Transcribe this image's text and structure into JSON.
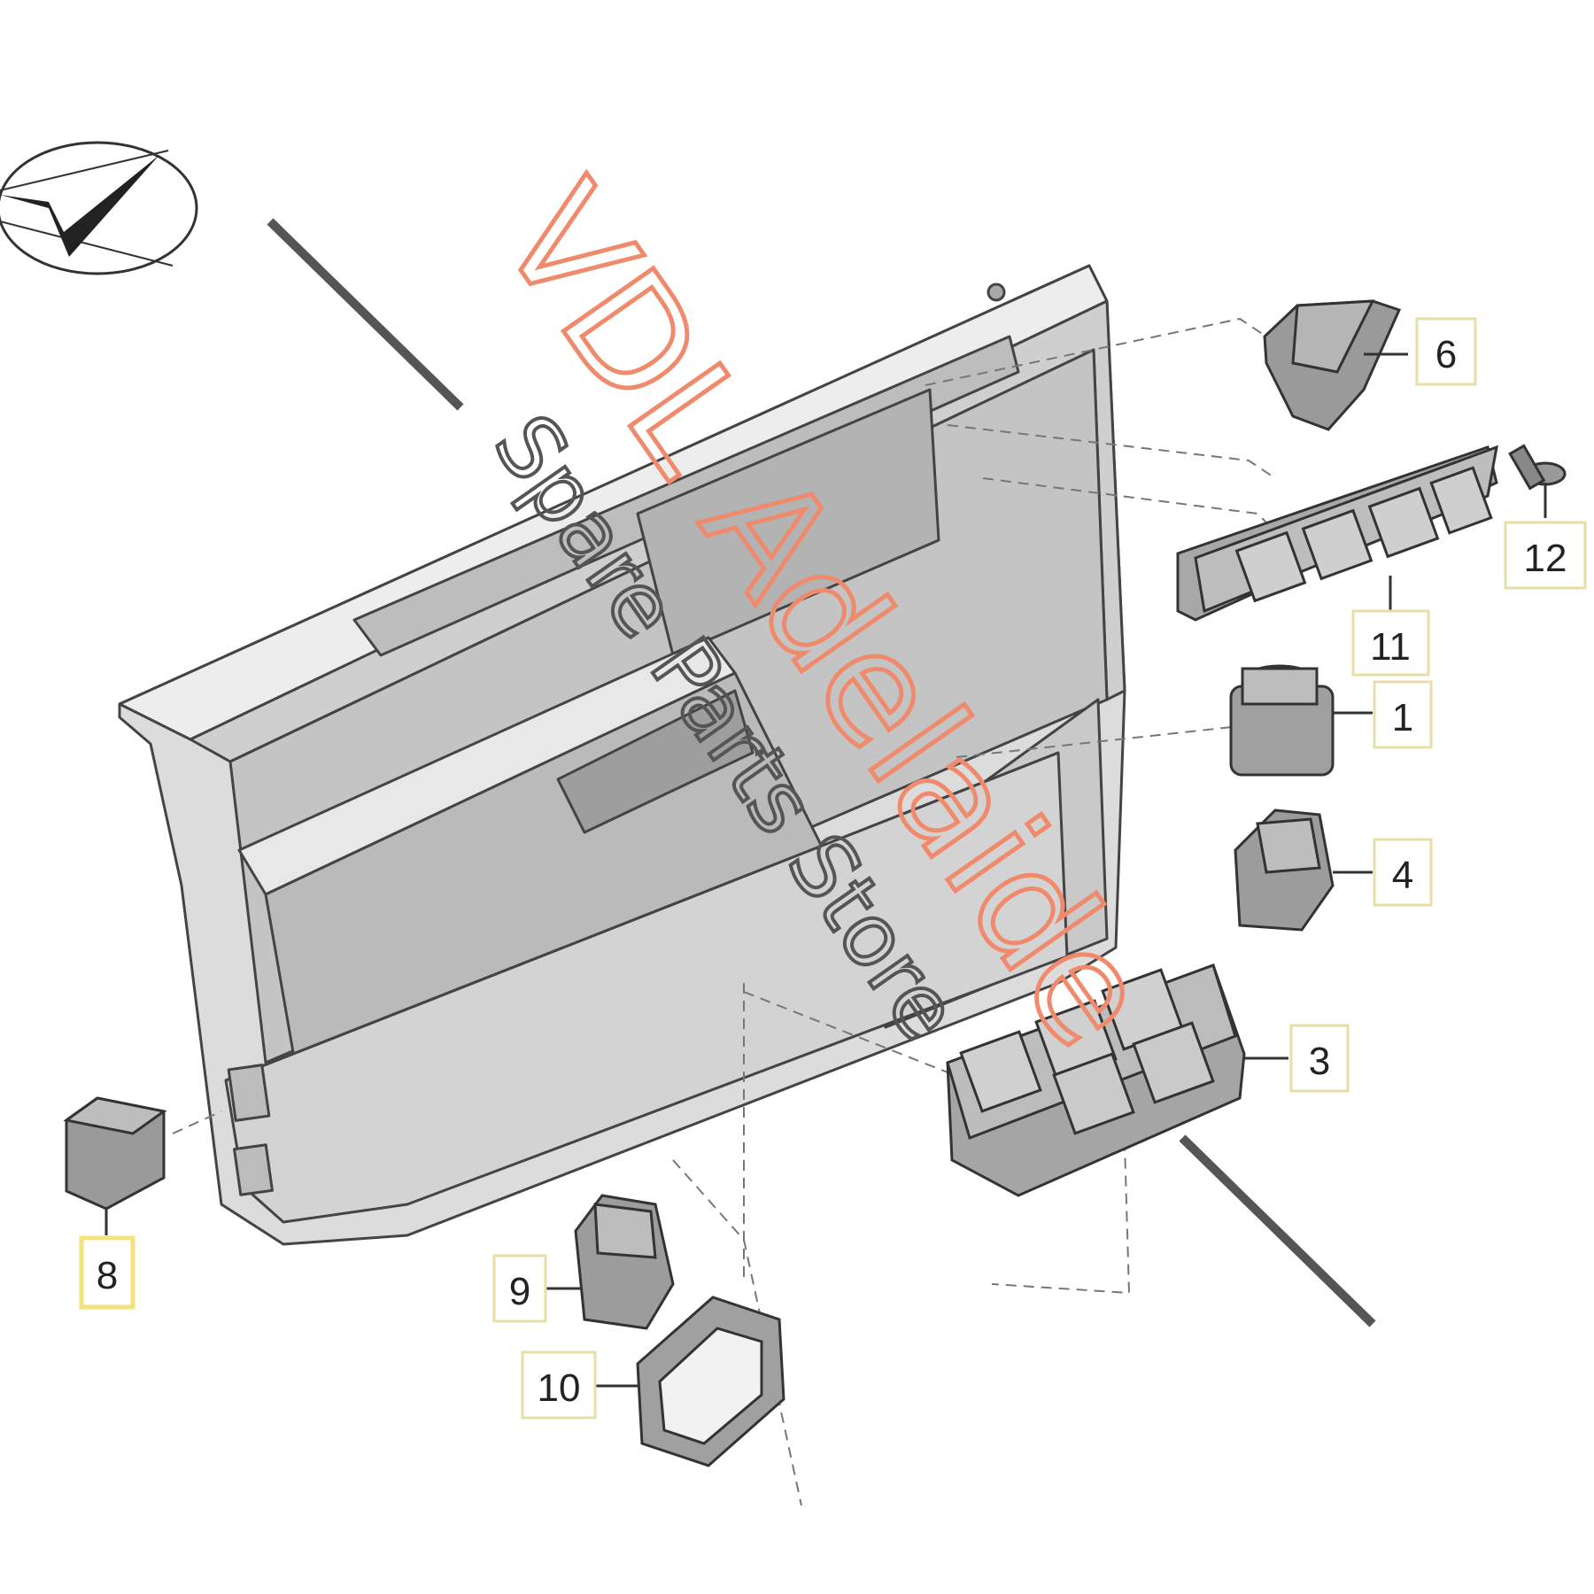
{
  "watermark": {
    "main": "VDL Adelaide",
    "sub": "Spare Parts Store",
    "main_color": "#f08a6c",
    "sub_color": "#555555"
  },
  "logo": {
    "icon": "compass-check-logo-icon"
  },
  "callouts": [
    {
      "id": "6",
      "label": "6",
      "highlight": false
    },
    {
      "id": "12",
      "label": "12",
      "highlight": false
    },
    {
      "id": "11",
      "label": "11",
      "highlight": false
    },
    {
      "id": "1",
      "label": "1",
      "highlight": false
    },
    {
      "id": "4",
      "label": "4",
      "highlight": false
    },
    {
      "id": "3",
      "label": "3",
      "highlight": false
    },
    {
      "id": "8",
      "label": "8",
      "highlight": true,
      "highlight_color": "#f3e37a"
    },
    {
      "id": "9",
      "label": "9",
      "highlight": false
    },
    {
      "id": "10",
      "label": "10",
      "highlight": false
    }
  ]
}
